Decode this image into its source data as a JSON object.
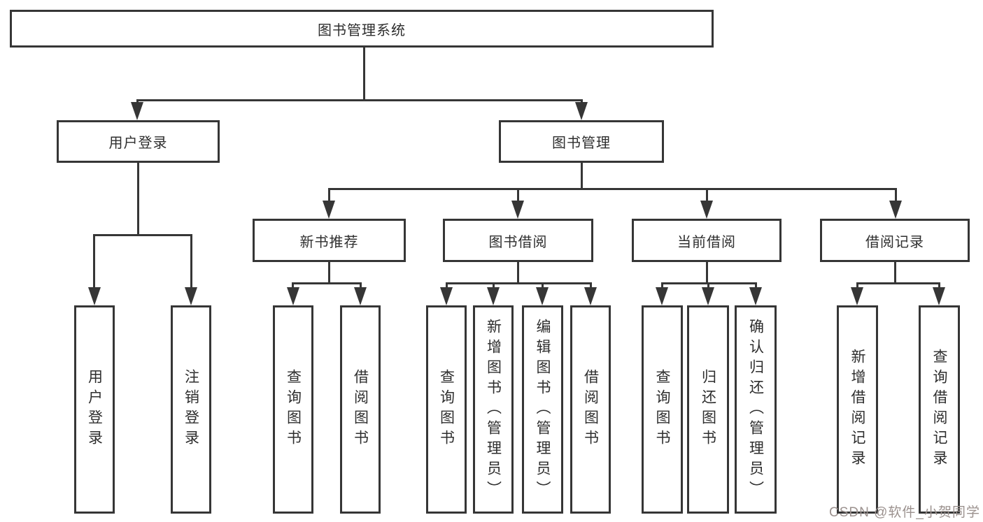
{
  "colors": {
    "line": "#363636",
    "watermark": "#9b918e"
  },
  "tree": {
    "label": "图书管理系统",
    "children": [
      {
        "label": "用户登录",
        "children": [
          {
            "label": "用户登录"
          },
          {
            "label": "注销登录"
          }
        ]
      },
      {
        "label": "图书管理",
        "children": [
          {
            "label": "新书推荐",
            "children": [
              {
                "label": "查询图书"
              },
              {
                "label": "借阅图书"
              }
            ]
          },
          {
            "label": "图书借阅",
            "children": [
              {
                "label": "查询图书"
              },
              {
                "label": "新增图书（管理员）"
              },
              {
                "label": "编辑图书（管理员）"
              },
              {
                "label": "借阅图书"
              }
            ]
          },
          {
            "label": "当前借阅",
            "children": [
              {
                "label": "查询图书"
              },
              {
                "label": "归还图书"
              },
              {
                "label": "确认归还（管理员）"
              }
            ]
          },
          {
            "label": "借阅记录",
            "children": [
              {
                "label": "新增借阅记录"
              },
              {
                "label": "查询借阅记录"
              }
            ]
          }
        ]
      }
    ]
  },
  "watermark": {
    "text": "CSDN @软件_小贺同学"
  }
}
